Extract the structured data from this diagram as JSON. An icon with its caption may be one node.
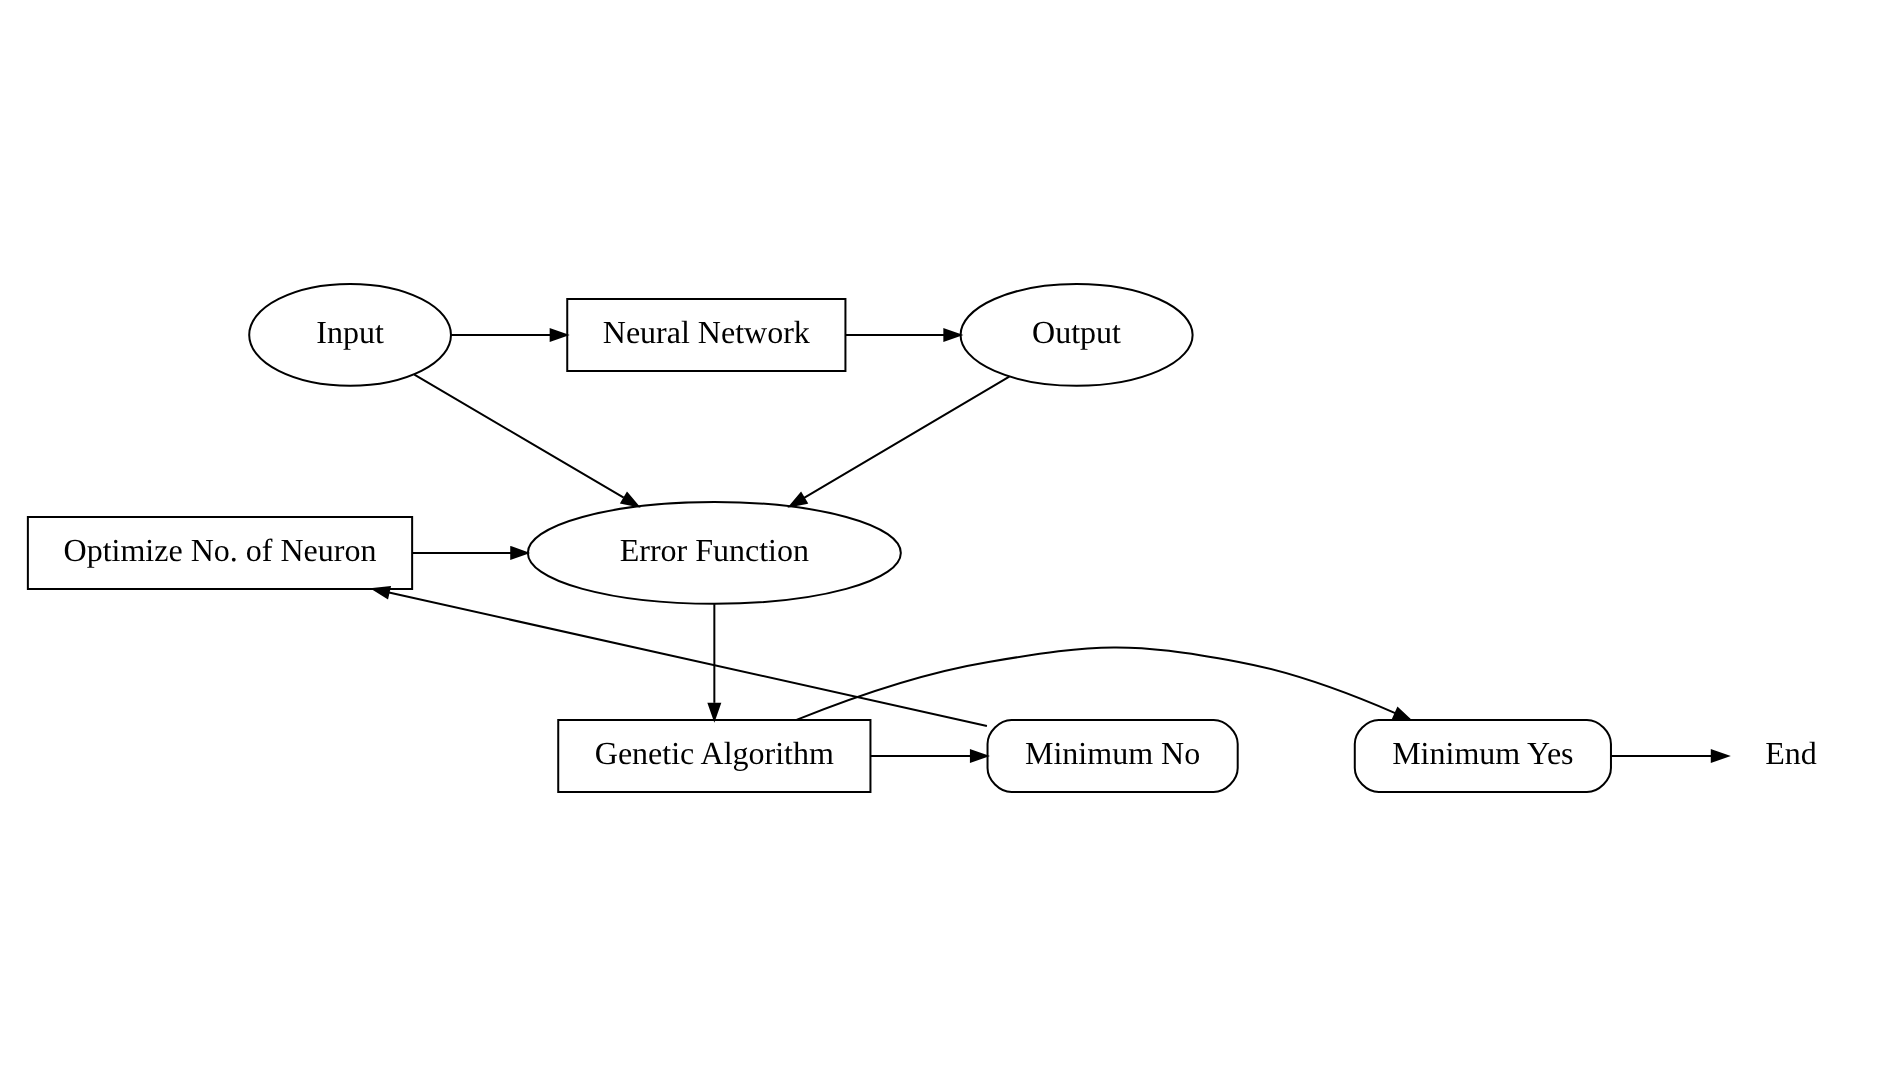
{
  "diagram": {
    "nodes": [
      {
        "text": [
          "Input"
        ]
      },
      {
        "text": [
          "Neural Network"
        ]
      },
      {
        "text": [
          "Output"
        ]
      },
      {
        "text": [
          "Error Function"
        ]
      },
      {
        "text": [
          "Optimize No. of Neuron"
        ]
      },
      {
        "text": [
          "Minimum Yes"
        ]
      },
      {
        "text": [
          "Genetic Algorithm"
        ]
      },
      {
        "text": [
          "Minimum No"
        ]
      },
      {
        "text": [
          "End"
        ]
      }
    ],
    "edges": [
      {
        "from": 0,
        "to": 1,
        "arrow": "to"
      },
      {
        "from": 1,
        "to": 2,
        "arrow": "to"
      },
      {
        "from": 0,
        "to": 3,
        "arrow": "to"
      },
      {
        "from": 2,
        "to": 3,
        "arrow": "to"
      },
      {
        "from": 4,
        "to": 3,
        "arrow": "to"
      },
      {
        "from": 3,
        "to": 6,
        "arrow": "to"
      },
      {
        "from": 6,
        "to": 5,
        "arrow": "to"
      },
      {
        "from": 6,
        "to": 7,
        "arrow": "to"
      },
      {
        "from": 7,
        "to": 4,
        "arrow": "to"
      },
      {
        "from": 5,
        "to": 8,
        "arrow": "to"
      }
    ]
  }
}
